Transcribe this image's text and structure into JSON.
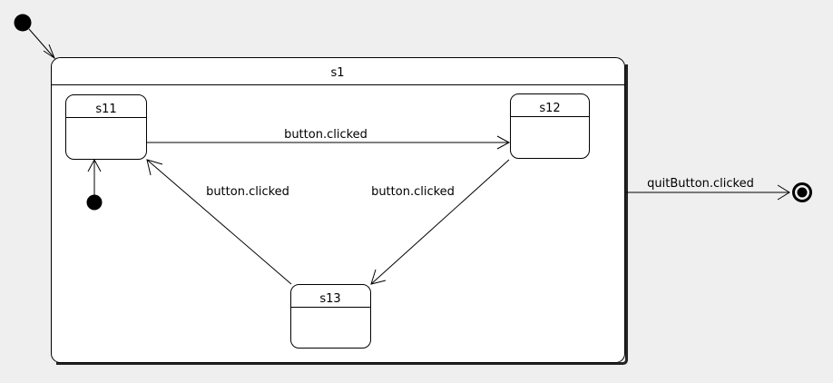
{
  "diagram": {
    "type": "uml-state-machine",
    "background_color": "#efefef",
    "stroke_color": "#000000",
    "fill_color": "#ffffff",
    "composite_state": {
      "name": "s1",
      "label": "s1"
    },
    "substates": [
      {
        "id": "s11",
        "label": "s11"
      },
      {
        "id": "s12",
        "label": "s12"
      },
      {
        "id": "s13",
        "label": "s13"
      }
    ],
    "pseudostates": [
      {
        "id": "initial-outer",
        "kind": "initial",
        "label": ""
      },
      {
        "id": "initial-inner",
        "kind": "initial",
        "label": ""
      },
      {
        "id": "final",
        "kind": "final",
        "label": ""
      }
    ],
    "transitions": [
      {
        "id": "t-start-s1",
        "from": "initial-outer",
        "to": "s1",
        "label": ""
      },
      {
        "id": "t-start-s11",
        "from": "initial-inner",
        "to": "s11",
        "label": ""
      },
      {
        "id": "t-s11-s12",
        "from": "s11",
        "to": "s12",
        "label": "button.clicked"
      },
      {
        "id": "t-s12-s13",
        "from": "s12",
        "to": "s13",
        "label": "button.clicked"
      },
      {
        "id": "t-s13-s11",
        "from": "s13",
        "to": "s11",
        "label": "button.clicked"
      },
      {
        "id": "t-s1-final",
        "from": "s1",
        "to": "final",
        "label": "quitButton.clicked"
      }
    ]
  }
}
